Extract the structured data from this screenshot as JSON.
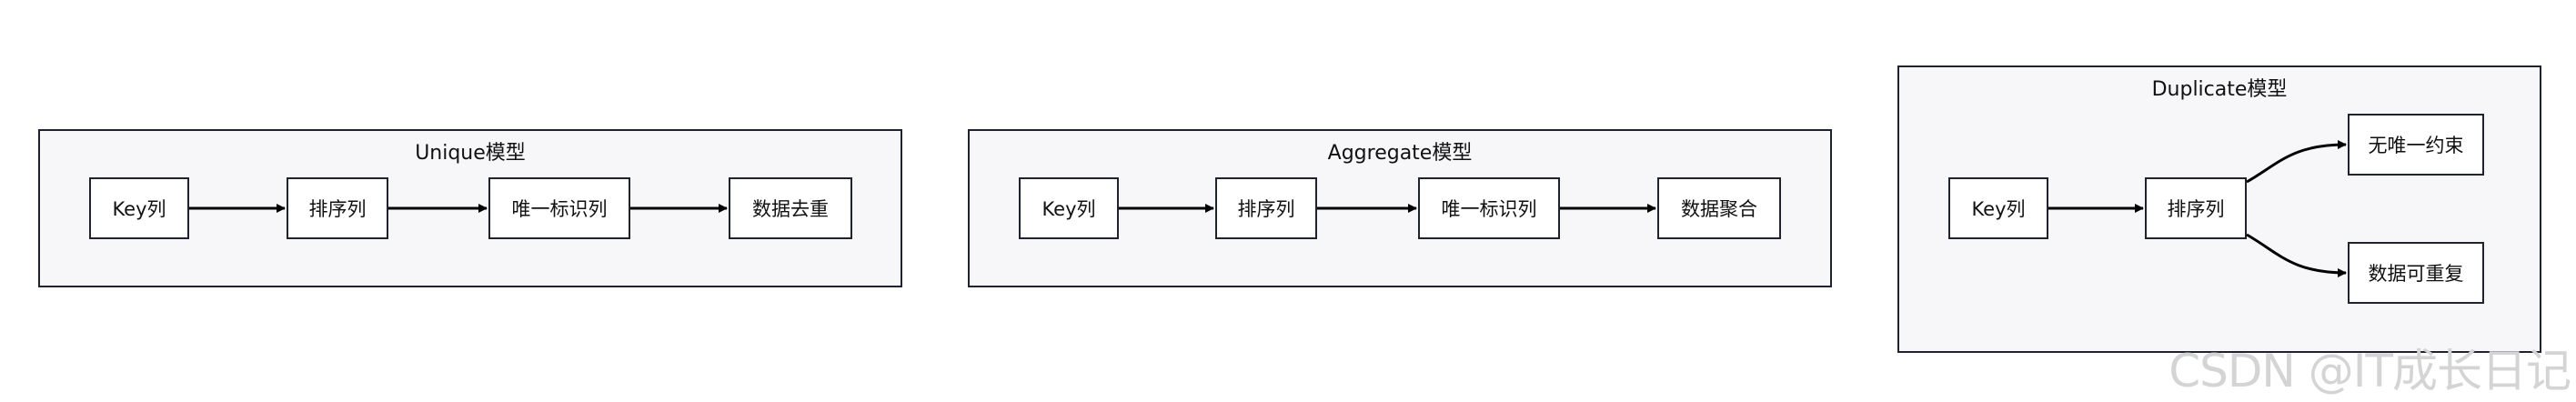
{
  "groups": [
    {
      "title": "Unique模型",
      "nodes": [
        "Key列",
        "排序列",
        "唯一标识列",
        "数据去重"
      ]
    },
    {
      "title": "Aggregate模型",
      "nodes": [
        "Key列",
        "排序列",
        "唯一标识列",
        "数据聚合"
      ]
    },
    {
      "title": "Duplicate模型",
      "nodes": [
        "Key列",
        "排序列",
        "无唯一约束",
        "数据可重复"
      ]
    }
  ],
  "watermark": "CSDN @IT成长日记"
}
